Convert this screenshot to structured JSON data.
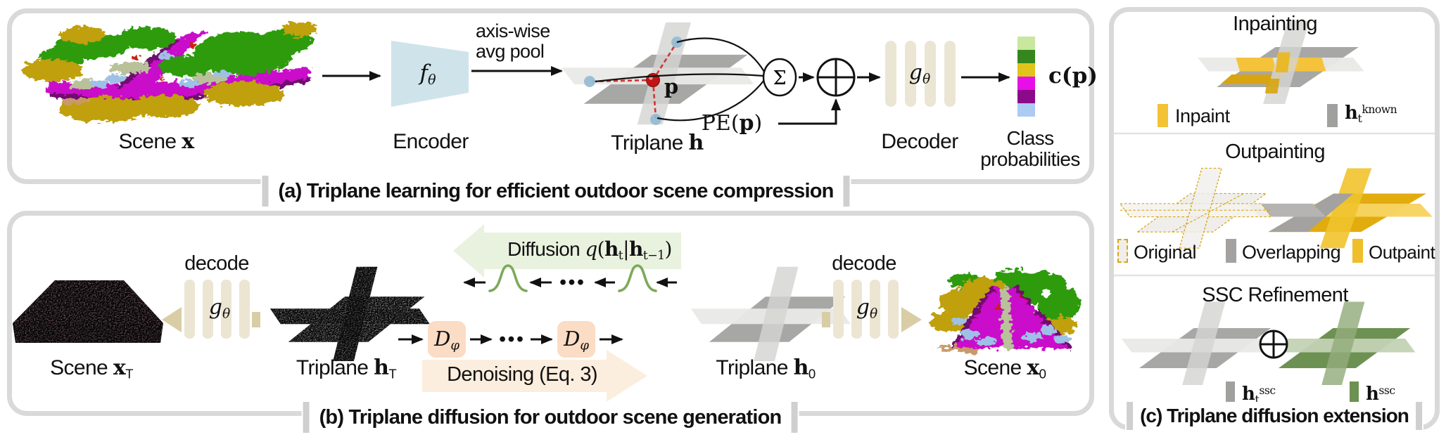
{
  "panel_a": {
    "caption": "(a) Triplane learning for efficient outdoor scene compression",
    "scene_label": "Scene  <b>x</b>",
    "encoder_sym": "<i>f<sub>θ</sub></i>",
    "encoder_label": "Encoder",
    "pool_label": "axis-wise<br>avg pool",
    "triplane_label": "Triplane <b>h</b>",
    "point_label": "<b>p</b>",
    "sum_sym": "Σ",
    "pe_label": "PE(<b>p</b>)",
    "decoder_sym": "<i>g<sub>θ</sub></i>",
    "decoder_label": "Decoder",
    "class_vec_label": "<b>c</b>(<b>p</b>)",
    "class_label": "Class<br>probabilities",
    "class_bar_colors": [
      "#c9e79e",
      "#35871d",
      "#e0c41c",
      "#e80ee8",
      "#8a0a8a",
      "#abcbf2"
    ]
  },
  "panel_b": {
    "caption": "(b) Triplane diffusion for outdoor scene generation",
    "scene_T_label": "Scene <b>x</b><sub>T</sub>",
    "decode_left": "decode",
    "decode_right": "decode",
    "decoder_sym_left": "<i>g<sub>θ</sub></i>",
    "decoder_sym_right": "<i>g<sub>θ</sub></i>",
    "triplane_T_label": "Triplane <b>h</b><sub>T</sub>",
    "diffusion_label": "Diffusion <span class=\"m\"><i>q</i>(<b>h</b><sub>t</sub>|<b>h</b><sub>t−1</sub>)</span>",
    "denoiser_sym_1": "<i>D<sub>φ</sub></i>",
    "denoiser_sym_2": "<i>D<sub>φ</sub></i>",
    "dots_top": "•••",
    "dots_bottom": "•••",
    "denoising_label": "Denoising (Eq. 3)",
    "triplane_0_label": "Triplane <b>h</b><sub>0</sub>",
    "scene_0_label": "Scene  <b>x</b><sub>0</sub>"
  },
  "panel_c": {
    "caption": "(c) Triplane diffusion extension",
    "inpainting": {
      "title": "Inpainting",
      "legend": [
        {
          "label": "Inpaint",
          "color": "#f3c235"
        },
        {
          "label": "<b>h</b><sub>t</sub><sup>known</sup>",
          "color": "#a0a09e"
        }
      ]
    },
    "outpainting": {
      "title": "Outpainting",
      "legend": [
        {
          "label": "Original",
          "color": "#efeeea"
        },
        {
          "label": "Overlapping",
          "color": "#a3a2a0"
        },
        {
          "label": "Outpaint",
          "color": "#f0bd2b"
        }
      ]
    },
    "ssc": {
      "title": "SSC Refinement",
      "legend": [
        {
          "label": "<b>h</b><sub>t</sub><sup>ssc</sup>",
          "color": "#a0a09e"
        },
        {
          "label": "<b>h</b><sup>ssc</sup>",
          "color": "#6d9153"
        }
      ]
    }
  }
}
